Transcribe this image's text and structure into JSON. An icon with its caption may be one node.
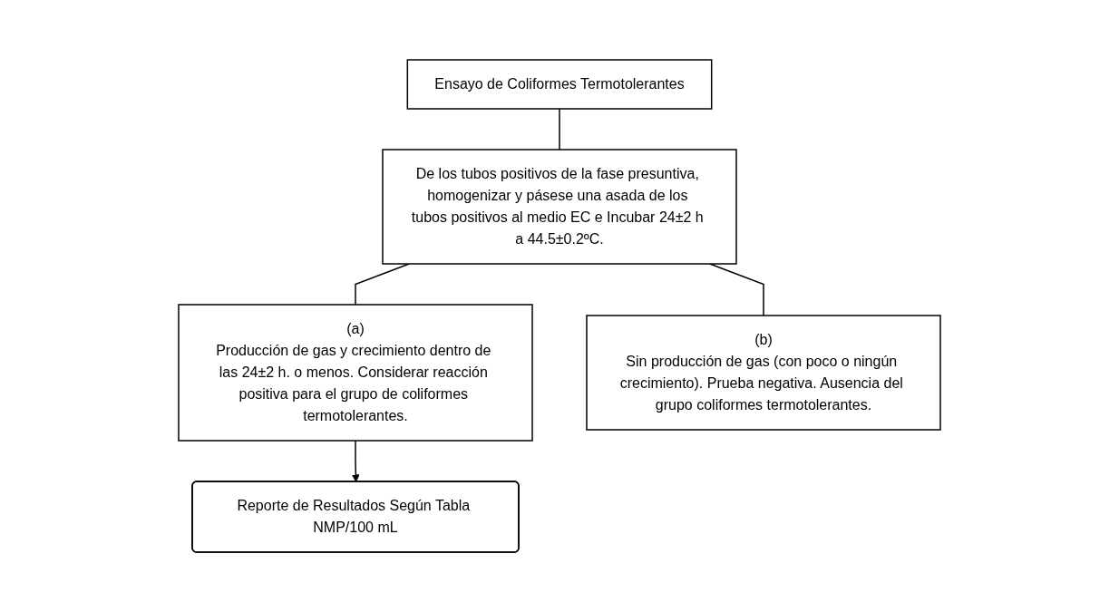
{
  "diagram": {
    "nodes": [
      {
        "text": [
          "Ensayo de Coliformes Termotolerantes"
        ]
      },
      {
        "text": [
          "De los tubos positivos de la fase presuntiva, homogenizar y pásese una asada de los tubos positivos al medio EC e Incubar 24±2 h a 44.5±0.2ºC."
        ]
      },
      {
        "text": [
          "(a)",
          "Producción de gas y crecimiento dentro de las 24±2 h. o menos. Considerar reacción positiva para el grupo de coliformes termotolerantes."
        ]
      },
      {
        "text": [
          "(b)",
          "Sin producción de gas (con poco o ningún crecimiento). Prueba negativa. Ausencia del grupo coliformes termotolerantes."
        ]
      },
      {
        "text": [
          "Reporte de Resultados Según Tabla NMP/100 mL"
        ]
      }
    ],
    "edges": [
      {
        "from": 0,
        "to": 1,
        "arrow": "none"
      },
      {
        "from": 1,
        "to": 2,
        "arrow": "none"
      },
      {
        "from": 1,
        "to": 3,
        "arrow": "none"
      },
      {
        "from": 2,
        "to": 4,
        "arrow": "to"
      }
    ]
  }
}
